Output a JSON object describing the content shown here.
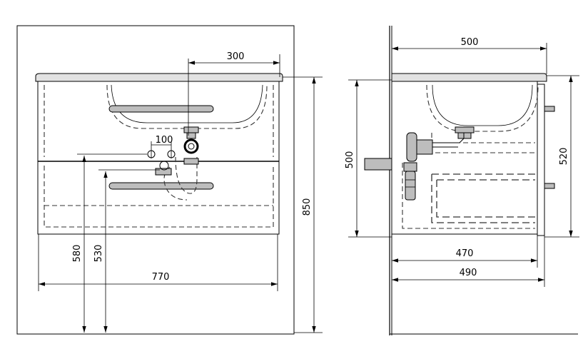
{
  "front": {
    "dim_top_width": "300",
    "dim_spacing": "100",
    "dim_width": "770",
    "dim_height_total": "850",
    "dim_height_580": "580",
    "dim_height_530": "530"
  },
  "side": {
    "dim_depth_top": "500",
    "dim_height_left": "500",
    "dim_height_right": "520",
    "dim_depth_470": "470",
    "dim_depth_490": "490"
  }
}
